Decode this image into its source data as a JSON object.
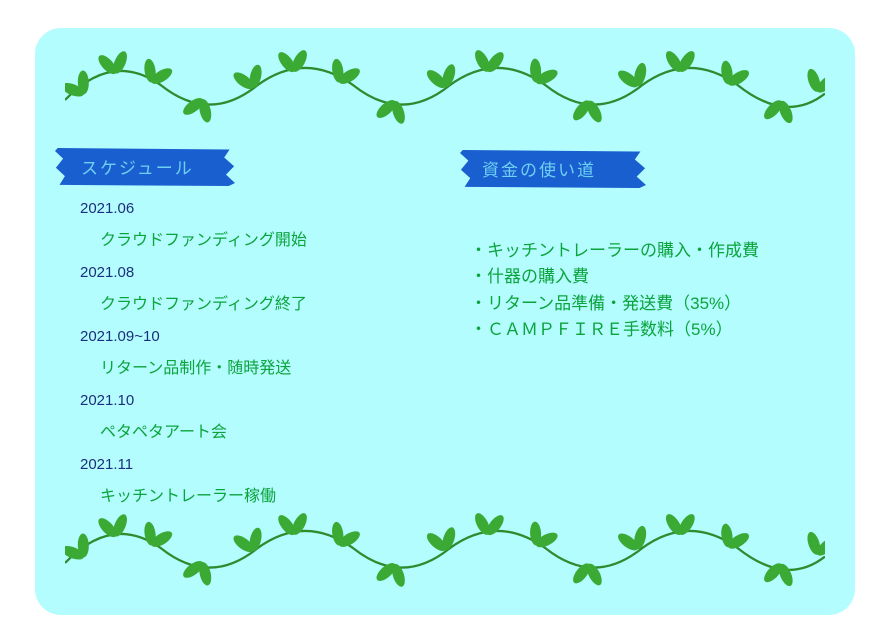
{
  "colors": {
    "card_bg": "#b3fdff",
    "tape_blue": "#1a5fd0",
    "tape_text": "#6ed0f2",
    "date_navy": "#1d2f7c",
    "item_green": "#0ba43c",
    "leaf_green": "#3aaa35",
    "stem_green": "#2e8b2e"
  },
  "schedule": {
    "title": "スケジュール",
    "items": [
      {
        "date": "2021.06",
        "event": "クラウドファンディング開始"
      },
      {
        "date": "2021.08",
        "event": "クラウドファンディング終了"
      },
      {
        "date": "2021.09~10",
        "event": "リターン品制作・随時発送"
      },
      {
        "date": "2021.10",
        "event": "ペタペタアート会"
      },
      {
        "date": "2021.11",
        "event": "キッチントレーラー稼働"
      }
    ]
  },
  "funds": {
    "title": "資金の使い道",
    "items": [
      "・キッチントレーラーの購入・作成費",
      "・什器の購入費",
      "・リターン品準備・発送費（35%）",
      "・ＣＡＭＰＦＩＲＥ手数料（5%）"
    ]
  }
}
